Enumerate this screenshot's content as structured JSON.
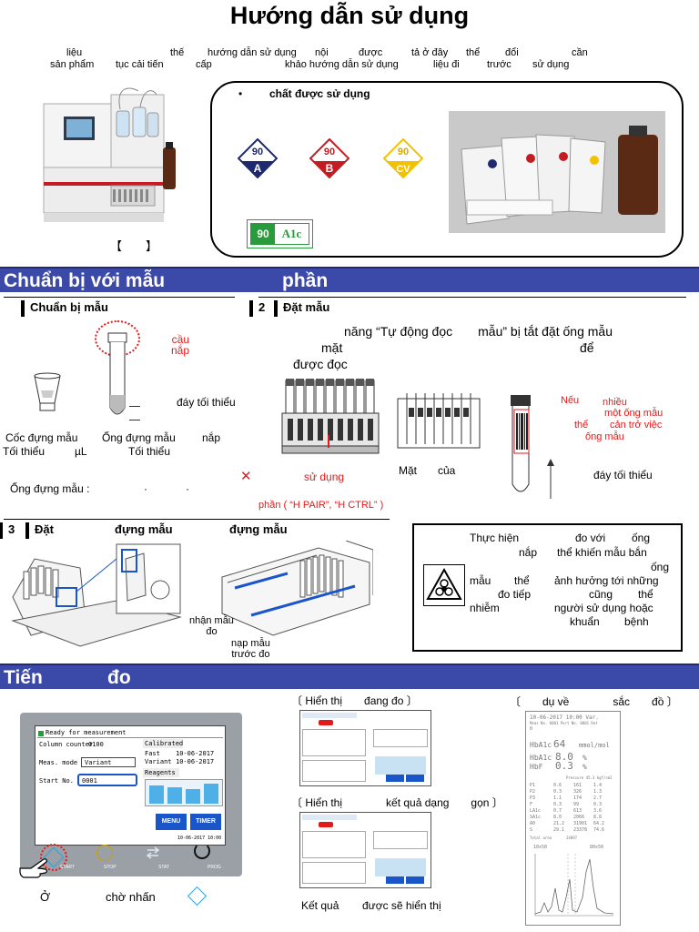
{
  "title": "Hướng dẫn sử dụng",
  "intro": {
    "line1": [
      "liệu",
      "thế",
      "hướng dẫn sử dụng",
      "nội",
      "được",
      "tả ở đây",
      "thể",
      "đổi",
      "cần"
    ],
    "line2": [
      "sản phẩm",
      "tục cải tiến",
      "cấp",
      "khảo hướng dẫn sử dụng",
      "liệu đi",
      "trước",
      "sử dụng"
    ]
  },
  "device_caption": "【　　】",
  "reagents": {
    "heading": "chất được sử dụng",
    "bullet": "•",
    "labels": [
      {
        "num": "90",
        "letter": "A",
        "color": "#1f2a6e"
      },
      {
        "num": "90",
        "letter": "B",
        "color": "#c31d23"
      },
      {
        "num": "90",
        "letter": "CV",
        "color": "#f2c200"
      }
    ],
    "column_badge": {
      "num": "90",
      "label": "A1c"
    }
  },
  "section1": {
    "band_left": "Chuẩn bị với mẫu",
    "band_right": "phần",
    "step1": {
      "heading": "Chuẩn bị mẫu",
      "cap_note": "cầu\nnắp",
      "min_bottom": "đáy tối thiểu",
      "cup_label": "Cốc đựng mẫu",
      "cup_min": "Tối thiểu",
      "cup_unit": "µL",
      "tube_label": "Ống đựng mẫu",
      "tube_cap": "nắp",
      "tube_min": "Tối thiểu",
      "tube_line": "Ống đựng mẫu :",
      "dots": [
        "·",
        "·"
      ],
      "x_mark": "✕"
    },
    "step2": {
      "number": "2",
      "heading": "Đặt mẫu",
      "desc1": "năng “Tự động đọc　　mẫu” bị tắt  đặt ống mẫu",
      "desc2a": "mặt",
      "desc2b": "để",
      "desc3": "được đọc",
      "use_label": "sử dụng",
      "rack_label": "phần ( “H PAIR”, “H CTRL” )",
      "side_label": "Mặt",
      "side_label2": "của",
      "note_red1": "Nếu",
      "note_red2": "nhiều",
      "note_red3": "một ống mẫu",
      "note_red4": "thể",
      "note_red5": "cản trở việc",
      "note_red6": "ống mẫu",
      "min_bottom": "đáy tối thiểu"
    },
    "step3": {
      "number": "3",
      "heading_a": "Đặt",
      "heading_b": "đựng mẫu",
      "heading_c": "đựng mẫu",
      "receive": "nhận mẫu\nđo",
      "load": "nạp mẫu\ntrước đo"
    },
    "warning": {
      "lines": [
        [
          "Thực hiện",
          "đo với",
          "ống"
        ],
        [
          "nắp",
          "thể khiến mẫu bắn"
        ],
        [
          "ống"
        ],
        [
          "mẫu",
          "thể",
          "ảnh hưởng tới những"
        ],
        [
          "đo tiếp",
          "cũng",
          "thể"
        ],
        [
          "nhiễm",
          "người sử dụng hoặc"
        ],
        [
          "khuẩn",
          "bệnh"
        ]
      ]
    }
  },
  "section2": {
    "band_left": "Tiến",
    "band_right": "đo",
    "screen": {
      "status": "Ready for measurement",
      "counter_label": "Column counter",
      "counter_value": "0100",
      "mode_label": "Meas. mode",
      "mode_value": "Variant",
      "start_label": "Start No.",
      "start_value": "0001",
      "calib": "Calibrated",
      "fast_label": "Fast",
      "fast_date": "10-06-2017",
      "var_label": "Variant",
      "var_date": "10-06-2017",
      "reagents": "Reagents",
      "menu": "MENU",
      "timer": "TIMER",
      "footer": "10-06-2017 10:00",
      "btns": [
        "START",
        "STOP",
        "STAT",
        "PROG"
      ]
    },
    "wait_text_a": "Ở",
    "wait_text_b": "chờ  nhấn",
    "caption_measuring": "〔 Hiển thị　　đang đo 〕",
    "caption_result": "〔 Hiển thị　　　　kết quả dạng　　gọn 〕",
    "result_text_a": "Kết quả",
    "result_text_b": "được sẽ hiển thị",
    "caption_print": "〔　　dụ về　　　　sắc　　đồ 〕",
    "printout": {
      "line1": "10-06-2017 10:00   Var.",
      "line2": "Meas No. 0001 Port No.  0001 Ret",
      "line3": "0",
      "hba1c_label": "HbA1c",
      "hba1c_val": "64",
      "hba1c_unit": "mmol/mol",
      "hba1c2_label": "HbA1c",
      "hba1c2_val": "8.0",
      "hba1c2_unit": "%",
      "hbf_label": "HbF",
      "hbf_val": "0.3",
      "hbf_unit": "%",
      "table_head": "Pressure   45.3 kgf/cm2",
      "rows": [
        [
          "P1",
          "0.6",
          "161",
          "1.4"
        ],
        [
          "P2",
          "0.3",
          "326",
          "1.3"
        ],
        [
          "P3",
          "1.1",
          "174",
          "2.7"
        ],
        [
          "F",
          "0.3",
          "99",
          "0.3"
        ],
        [
          "LA1c",
          "0.7",
          "613",
          "3.6"
        ],
        [
          "SA1c",
          "8.0",
          "2066",
          "8.8"
        ],
        [
          "A0",
          "21.2",
          "31901",
          "64.2"
        ],
        [
          "S",
          "29.1",
          "23378",
          "74.6"
        ]
      ],
      "total": "Total area",
      "total_val": "24097",
      "scale_left": "10x50",
      "scale_right": "80x50"
    }
  }
}
